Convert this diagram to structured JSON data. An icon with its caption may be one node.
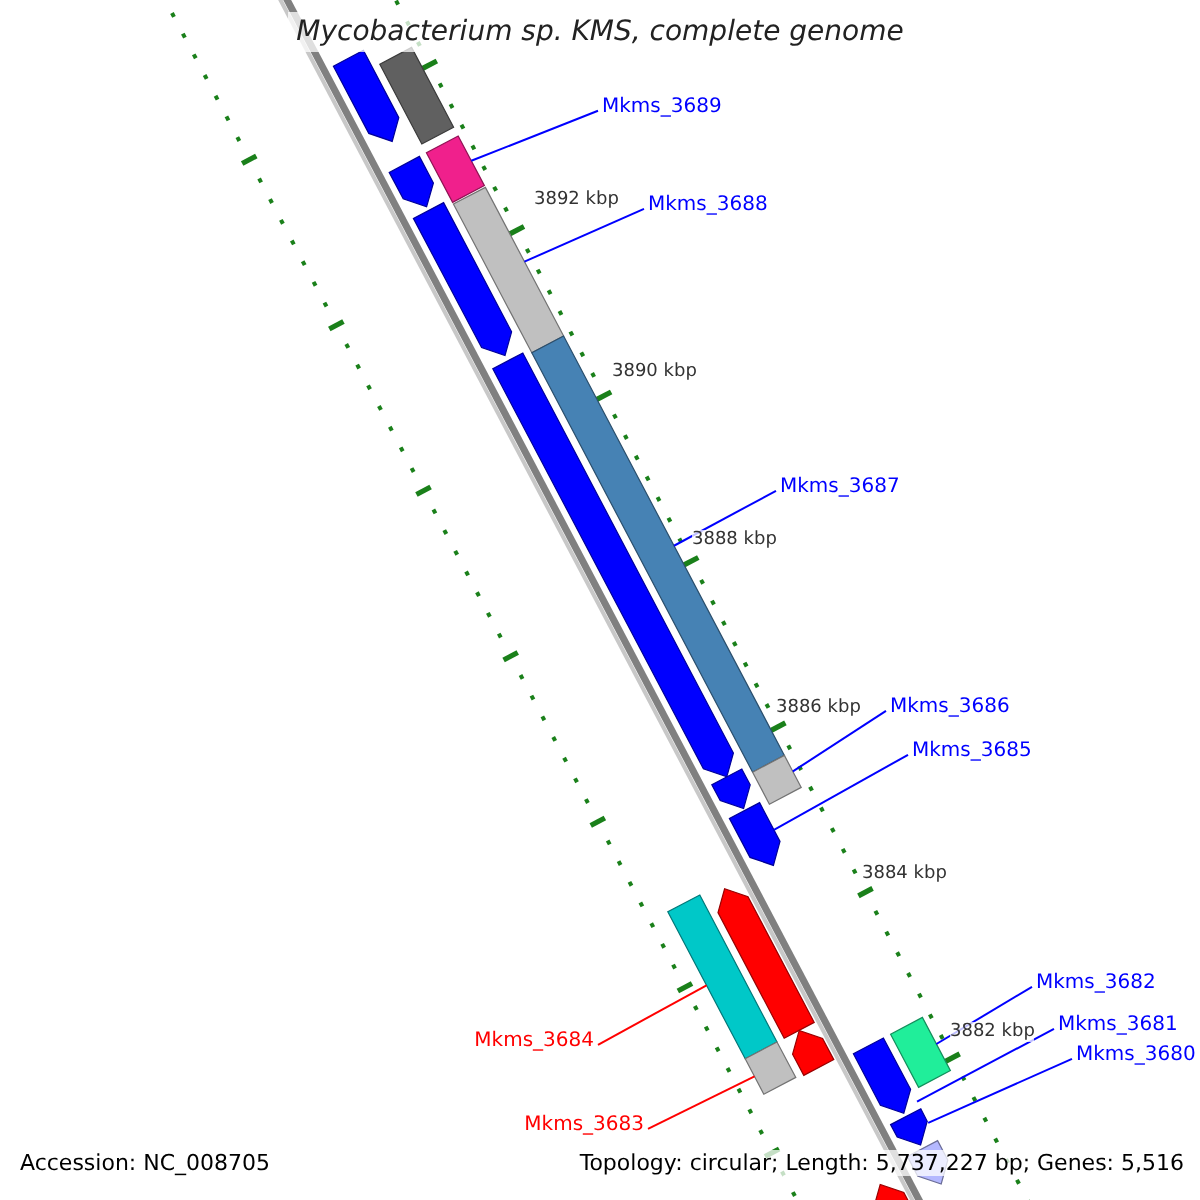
{
  "diagram": {
    "title": "Mycobacterium sp. KMS, complete genome",
    "nodes": [
      {
        "text": [
          "Mkms_3689"
        ]
      },
      {
        "text": [
          "Mkms_3688"
        ]
      },
      {
        "text": [
          "Mkms_3687"
        ]
      },
      {
        "text": [
          "Mkms_3686"
        ]
      },
      {
        "text": [
          "Mkms_3685"
        ]
      },
      {
        "text": [
          "Mkms_3684"
        ]
      },
      {
        "text": [
          "Mkms_3683"
        ]
      },
      {
        "text": [
          "Mkms_3682"
        ]
      },
      {
        "text": [
          "Mkms_3681"
        ]
      },
      {
        "text": [
          "Mkms_3680"
        ]
      },
      {
        "text": [],
        "shape": "arrow"
      },
      {
        "text": [],
        "shape": "box"
      },
      {
        "text": [],
        "shape": "box"
      },
      {
        "text": [],
        "shape": "arrow"
      },
      {
        "text": [],
        "shape": "box"
      },
      {
        "text": [],
        "shape": "arrow"
      },
      {
        "text": [],
        "shape": "box"
      },
      {
        "text": [],
        "shape": "arrow"
      },
      {
        "text": [],
        "shape": "box"
      },
      {
        "text": [],
        "shape": "arrow"
      },
      {
        "text": [],
        "shape": "arrow"
      },
      {
        "text": [],
        "shape": "arrow"
      },
      {
        "text": [],
        "shape": "box"
      },
      {
        "text": [],
        "shape": "arrow"
      },
      {
        "text": [],
        "shape": "box"
      },
      {
        "text": [],
        "shape": "box"
      },
      {
        "text": [],
        "shape": "arrow"
      },
      {
        "text": [],
        "shape": "arrow"
      },
      {
        "text": [],
        "shape": "arrow"
      },
      {
        "text": [],
        "shape": "arrow"
      }
    ],
    "edges": [
      {
        "from": 0,
        "to": 12,
        "arrow": "none"
      },
      {
        "from": 1,
        "to": 14,
        "arrow": "none"
      },
      {
        "from": 2,
        "to": 16,
        "arrow": "none"
      },
      {
        "from": 3,
        "to": 18,
        "arrow": "none"
      },
      {
        "from": 4,
        "to": 20,
        "arrow": "none"
      },
      {
        "from": 5,
        "to": 22,
        "arrow": "none",
        "color": "#ff0000"
      },
      {
        "from": 6,
        "to": 24,
        "arrow": "none",
        "color": "#ff0000"
      },
      {
        "from": 7,
        "to": 25,
        "arrow": "none"
      },
      {
        "from": 8,
        "to": 26,
        "arrow": "none"
      },
      {
        "from": 9,
        "to": 27,
        "arrow": "none"
      }
    ],
    "labels": [
      "3892 kbp",
      "3890 kbp",
      "3888 kbp",
      "3886 kbp",
      "3884 kbp",
      "3882 kbp",
      "Accession: NC_008705",
      "Topology: circular; Length: 5,737,227 bp; Genes: 5,516"
    ]
  }
}
